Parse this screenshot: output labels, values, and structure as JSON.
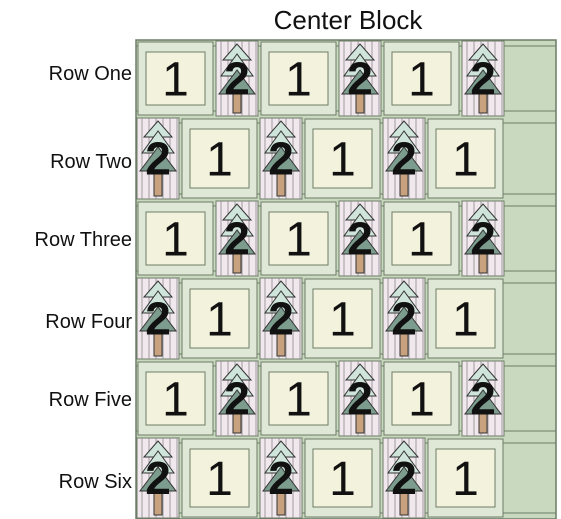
{
  "title": "Center Block",
  "rows": [
    {
      "label": "Row One",
      "blocks": [
        "1",
        "2",
        "1",
        "2",
        "1",
        "2"
      ]
    },
    {
      "label": "Row Two",
      "blocks": [
        "2",
        "1",
        "2",
        "1",
        "2",
        "1"
      ]
    },
    {
      "label": "Row Three",
      "blocks": [
        "1",
        "2",
        "1",
        "2",
        "1",
        "2"
      ]
    },
    {
      "label": "Row Four",
      "blocks": [
        "2",
        "1",
        "2",
        "1",
        "2",
        "1"
      ]
    },
    {
      "label": "Row Five",
      "blocks": [
        "1",
        "2",
        "1",
        "2",
        "1",
        "2"
      ]
    },
    {
      "label": "Row Six",
      "blocks": [
        "2",
        "1",
        "2",
        "1",
        "2",
        "1"
      ]
    }
  ],
  "colors": {
    "sashing": "#c9d9c0",
    "block_fill": "#f3f2dc",
    "block_frame": "#dfe8d6",
    "stripe_light": "#f1e8ee",
    "stripe_line": "#8a8a8a",
    "tree_light": "#cfe4da",
    "tree_dark": "#7c9c8e",
    "trunk": "#c8a27f",
    "outline": "#333333"
  }
}
